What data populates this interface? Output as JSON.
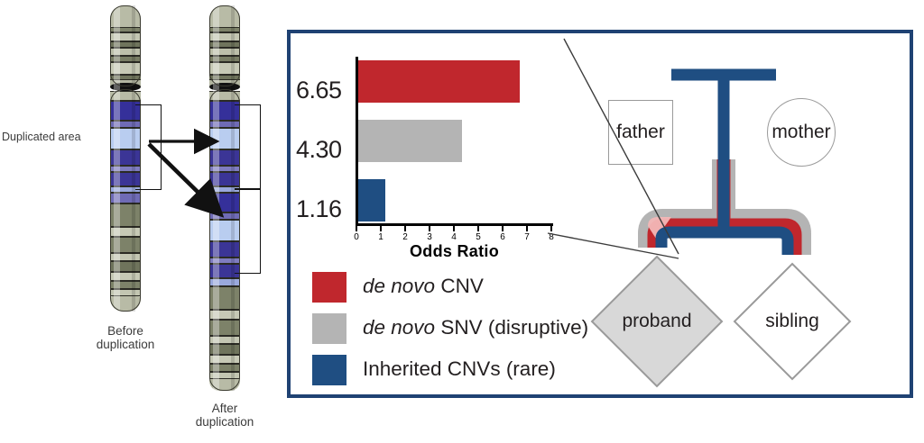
{
  "figure": {
    "panel_border_color": "#1f4273",
    "colors": {
      "de_novo_cnv_red": "#c0272d",
      "de_novo_snv_gray": "#b4b4b4",
      "inherited_cnv_blue": "#1f4e82",
      "pink_highlight": "#f3b7b7",
      "shape_outline": "#9a9a9a",
      "proband_fill": "#d8d8d8"
    }
  },
  "chromosomes": {
    "duplicated_area_label": "Duplicated area",
    "before_caption": "Before\nduplication",
    "after_caption": "After\nduplication"
  },
  "chart_data": {
    "type": "bar",
    "orientation": "horizontal",
    "title": "",
    "xlabel": "Odds Ratio",
    "ylabel": "",
    "xlim": [
      0,
      8
    ],
    "grid": false,
    "tick_labels": [
      "0",
      "1",
      "2",
      "3",
      "4",
      "5",
      "6",
      "7",
      "8"
    ],
    "tick_values": [
      0,
      1,
      2,
      3,
      4,
      5,
      6,
      7,
      8
    ],
    "categories": [
      "de novo CNV",
      "de novo SNV (disruptive)",
      "Inherited CNVs (rare)"
    ],
    "values": [
      6.65,
      4.3,
      1.16
    ],
    "value_labels": [
      "6.65",
      "4.30",
      "1.16"
    ],
    "colors": [
      "#c0272d",
      "#b4b4b4",
      "#1f4e82"
    ],
    "legend_position": "below"
  },
  "legend": {
    "items": [
      {
        "color": "#c0272d",
        "italic_prefix": "de novo",
        "rest": " CNV",
        "plain": "de novo CNV"
      },
      {
        "color": "#b4b4b4",
        "italic_prefix": "de novo",
        "rest": " SNV (disruptive)",
        "plain": "de novo SNV (disruptive)"
      },
      {
        "color": "#1f4e82",
        "italic_prefix": "",
        "rest": "Inherited CNVs (rare)",
        "plain": "Inherited CNVs (rare)"
      }
    ]
  },
  "pedigree": {
    "father": "father",
    "mother": "mother",
    "proband": "proband",
    "sibling": "sibling"
  }
}
